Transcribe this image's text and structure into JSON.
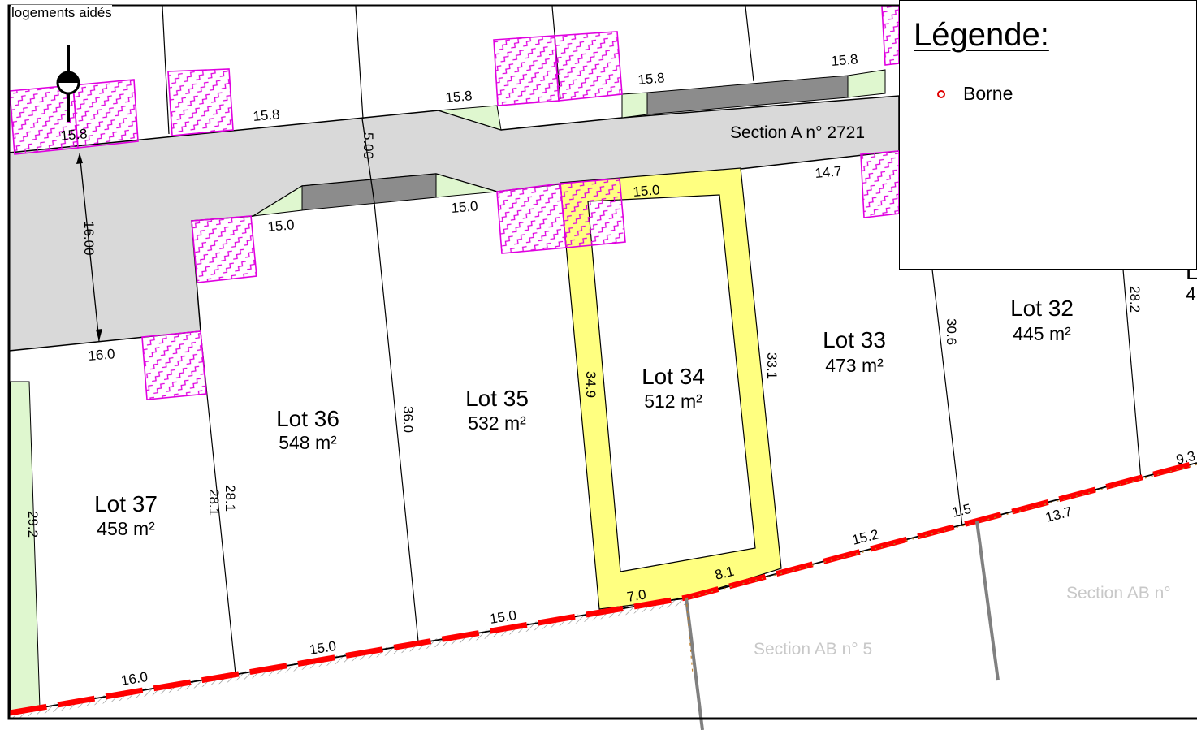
{
  "top_note": "logements aidés",
  "legend": {
    "title": "Légende:",
    "items": [
      {
        "label": "Borne",
        "icon": "borne-icon",
        "color": "#e00000"
      }
    ]
  },
  "sections": {
    "a2721": "Section A n° 2721",
    "ab5": "Section AB n° 5",
    "ab_right": "Section AB n°"
  },
  "lots": [
    {
      "name": "Lot 37",
      "area": "458 m²"
    },
    {
      "name": "Lot 36",
      "area": "548 m²"
    },
    {
      "name": "Lot 35",
      "area": "532 m²"
    },
    {
      "name": "Lot 34",
      "area": "512 m²"
    },
    {
      "name": "Lot 33",
      "area": "473 m²"
    },
    {
      "name": "Lot 32",
      "area": "445 m²"
    }
  ],
  "partial_lot": {
    "name": "L",
    "area": "4"
  },
  "dimensions": {
    "top_15_8_a": "15.8",
    "top_15_8_b": "15.8",
    "top_15_8_c": "15.8",
    "top_15_8_d": "15.8",
    "top_15_8_e": "15.8",
    "road_width_5": "5.00",
    "road_width_16": "16.00",
    "front_15_0_a": "15.0",
    "front_15_0_b": "15.0",
    "front_15_0_c": "15.0",
    "front_14_7": "14.7",
    "front_16_0": "16.0",
    "side_29_2": "29.2",
    "side_28_1_a": "28.1",
    "side_28_1_b": "28.1",
    "side_36_0": "36.0",
    "side_34_9": "34.9",
    "side_33_1": "33.1",
    "side_30_6": "30.6",
    "side_28_2": "28.2",
    "back_16_0": "16.0",
    "back_15_0_a": "15.0",
    "back_15_0_b": "15.0",
    "back_7_0": "7.0",
    "back_8_1": "8.1",
    "back_15_2": "15.2",
    "back_1_5": "1.5",
    "back_13_7": "13.7",
    "back_9_3": "9.3"
  },
  "colors": {
    "road": "#d9d9d9",
    "parking": "#8c8c8c",
    "green": "#dff7cf",
    "lot34": "#ffff80",
    "fence_hatch": "#e000e0",
    "boundary_red": "#ff0000"
  }
}
